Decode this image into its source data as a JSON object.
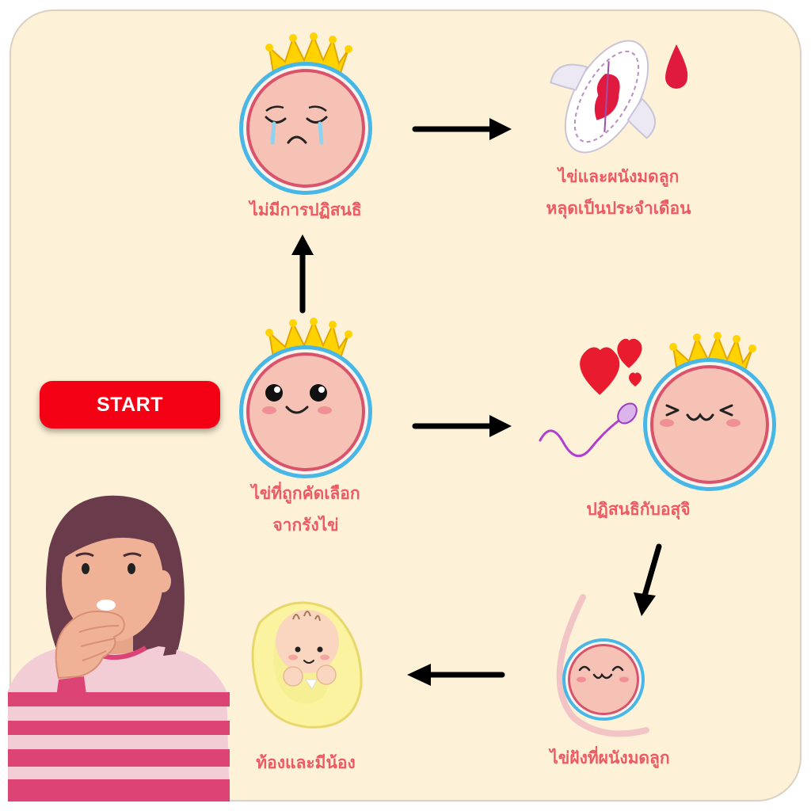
{
  "start_button": "START",
  "labels": {
    "no_fertilization": "ไม่มีการปฏิสนธิ",
    "menstruation_line1": "ไข่และผนังมดลูก",
    "menstruation_line2": "หลุดเป็นประจำเดือน",
    "selected_egg_line1": "ไข่ที่ถูกคัดเลือก",
    "selected_egg_line2": "จากรังไข่",
    "fertilization": "ปฏิสนธิกับอสุจิ",
    "implantation": "ไข่ฝังที่ผนังมดลูก",
    "pregnancy": "ท้องและมีน้อง"
  },
  "colors": {
    "background": "#fdf1d8",
    "label_text": "#ec5a63",
    "start_button": "#f40014",
    "arrow": "#000000"
  }
}
